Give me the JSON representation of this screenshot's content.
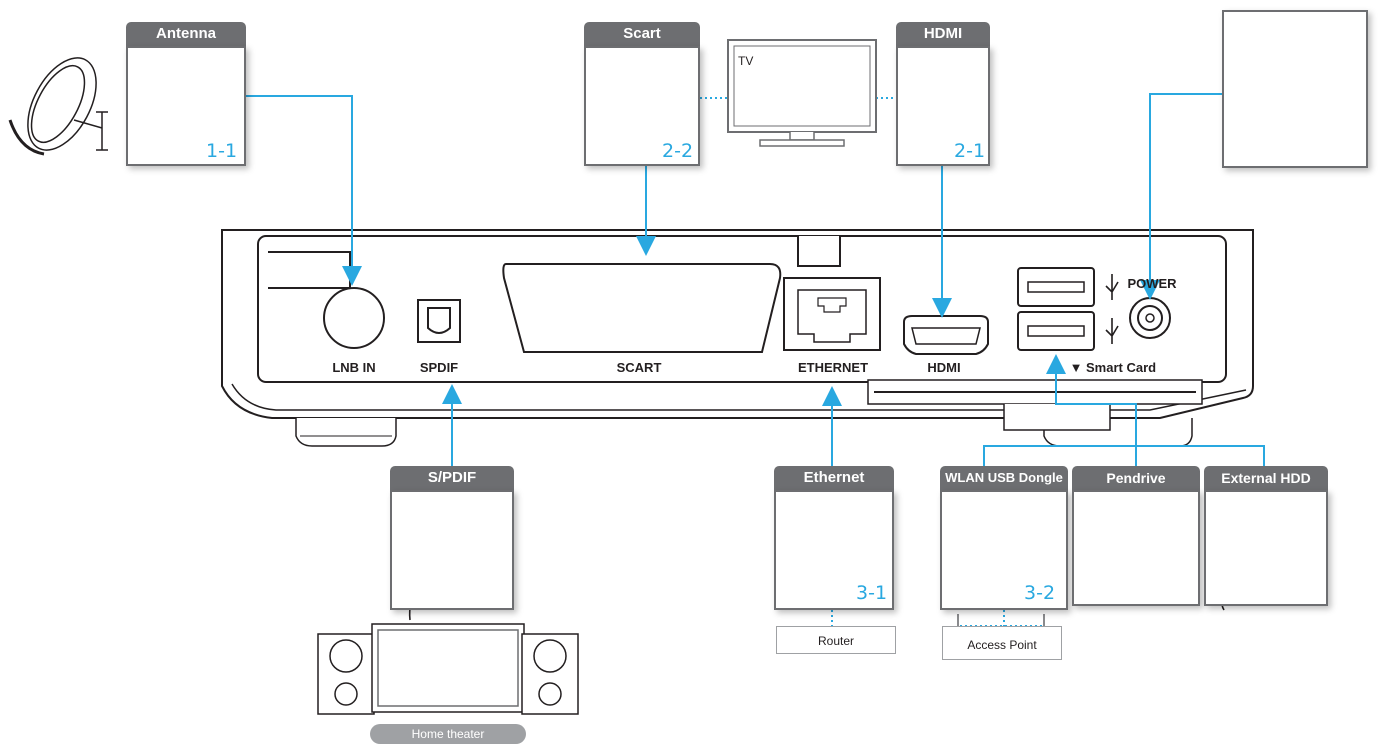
{
  "connectors": {
    "antenna": {
      "label": "Antenna",
      "step": "1-1"
    },
    "scart": {
      "label": "Scart",
      "step": "2-2"
    },
    "hdmi": {
      "label": "HDMI",
      "step": "2-1"
    },
    "spdif": {
      "label": "S/PDIF"
    },
    "ethernet": {
      "label": "Ethernet",
      "step": "3-1"
    },
    "wlan": {
      "label": "WLAN USB Dongle",
      "step": "3-2"
    },
    "pendrive": {
      "label": "Pendrive"
    },
    "external_hdd": {
      "label": "External HDD"
    }
  },
  "devices": {
    "tv": "TV",
    "router": "Router",
    "access_point": "Access Point",
    "home_theater": "Home theater"
  },
  "ports": {
    "lnb_in": "LNB  IN",
    "spdif": "SPDIF",
    "scart": "SCART",
    "ethernet": "ETHERNET",
    "hdmi": "HDMI",
    "power": "POWER",
    "smart_card": "Smart Card",
    "smart_card_arrow": "▼"
  },
  "colors": {
    "accent": "#29a8e0",
    "label_bg": "#6d6e71",
    "outline": "#231f20"
  }
}
